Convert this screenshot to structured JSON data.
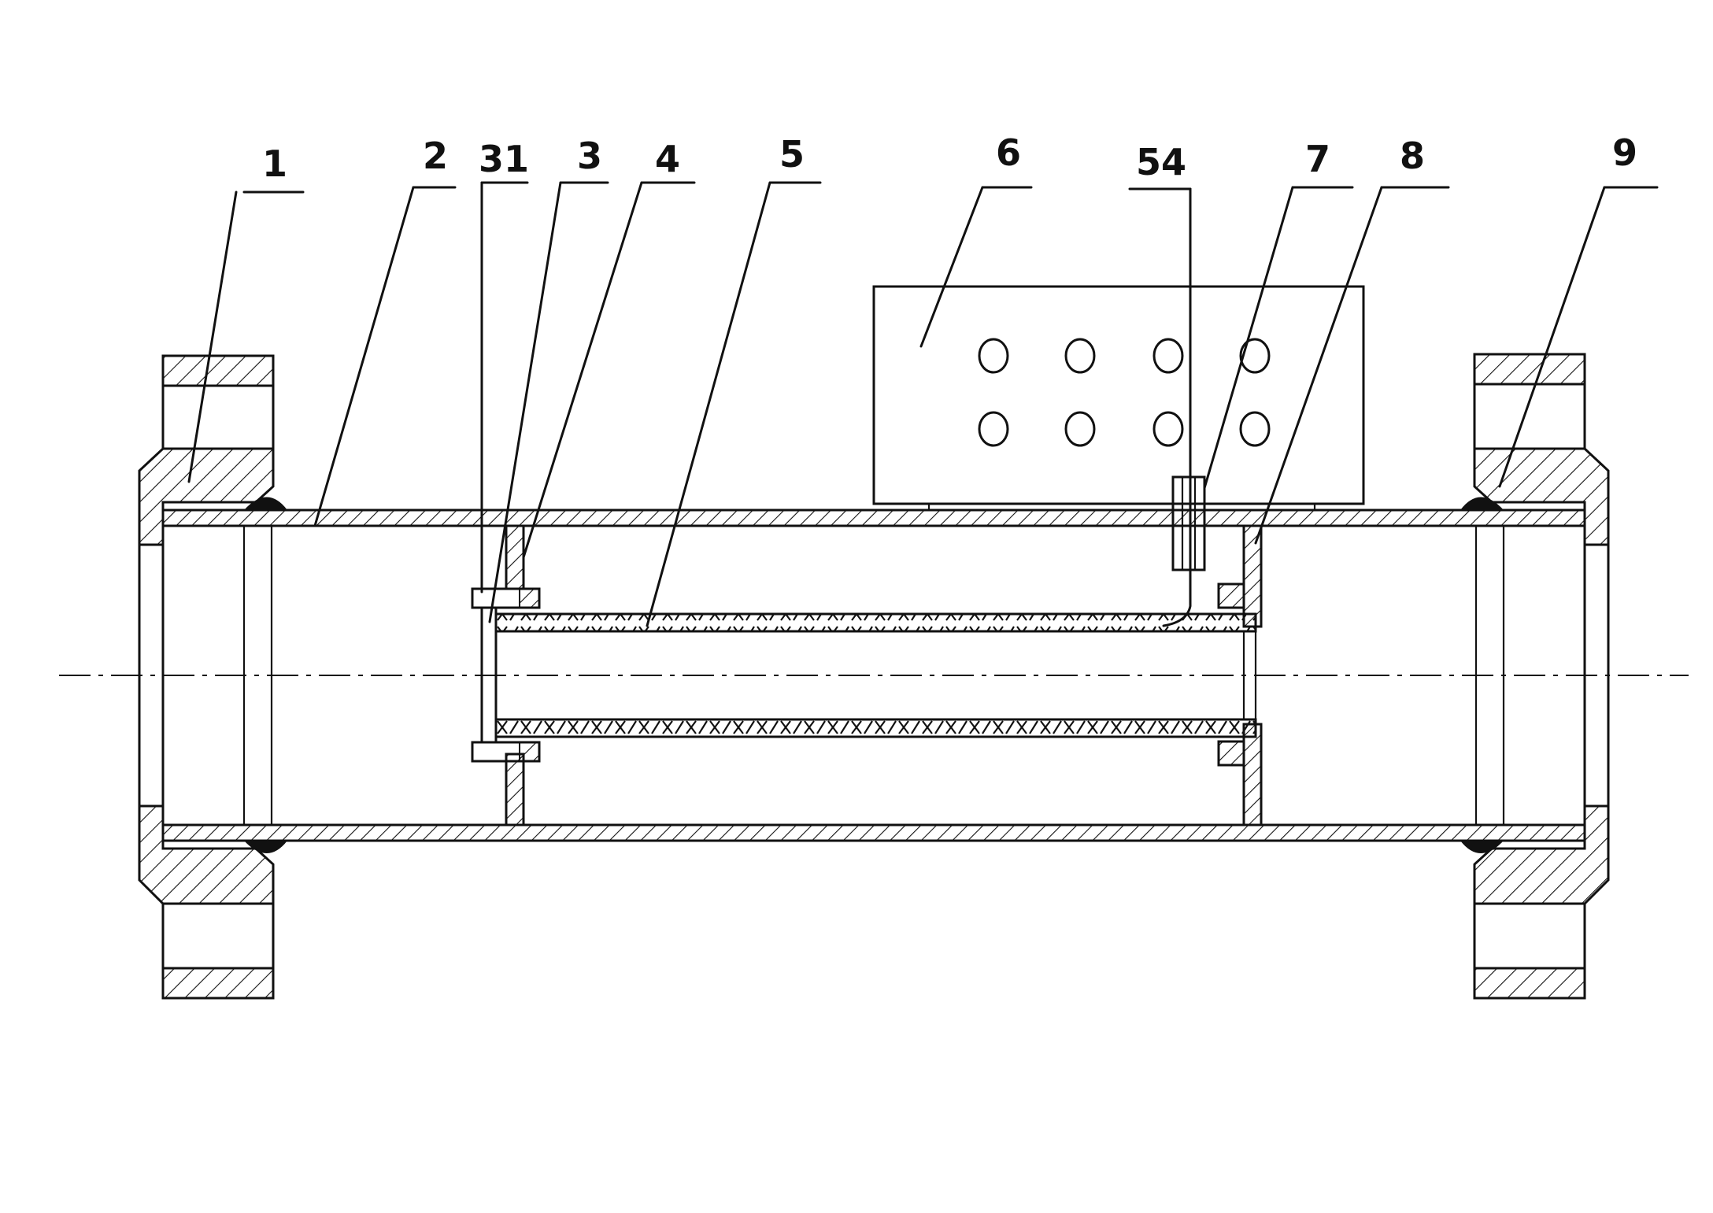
{
  "figure": {
    "labels": [
      "1",
      "2",
      "31",
      "3",
      "4",
      "5",
      "6",
      "54",
      "7",
      "8",
      "9"
    ]
  }
}
